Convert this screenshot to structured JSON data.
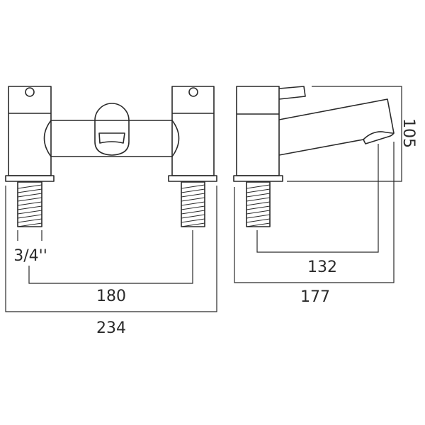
{
  "drawing": {
    "front_view": {
      "dimensions": {
        "inlet_thread": "3/4''",
        "centres": "180",
        "overall_width": "234"
      }
    },
    "side_view": {
      "dimensions": {
        "height": "105",
        "spout_reach": "132",
        "overall_depth": "177"
      }
    },
    "line_color": "#2a2a2a"
  }
}
